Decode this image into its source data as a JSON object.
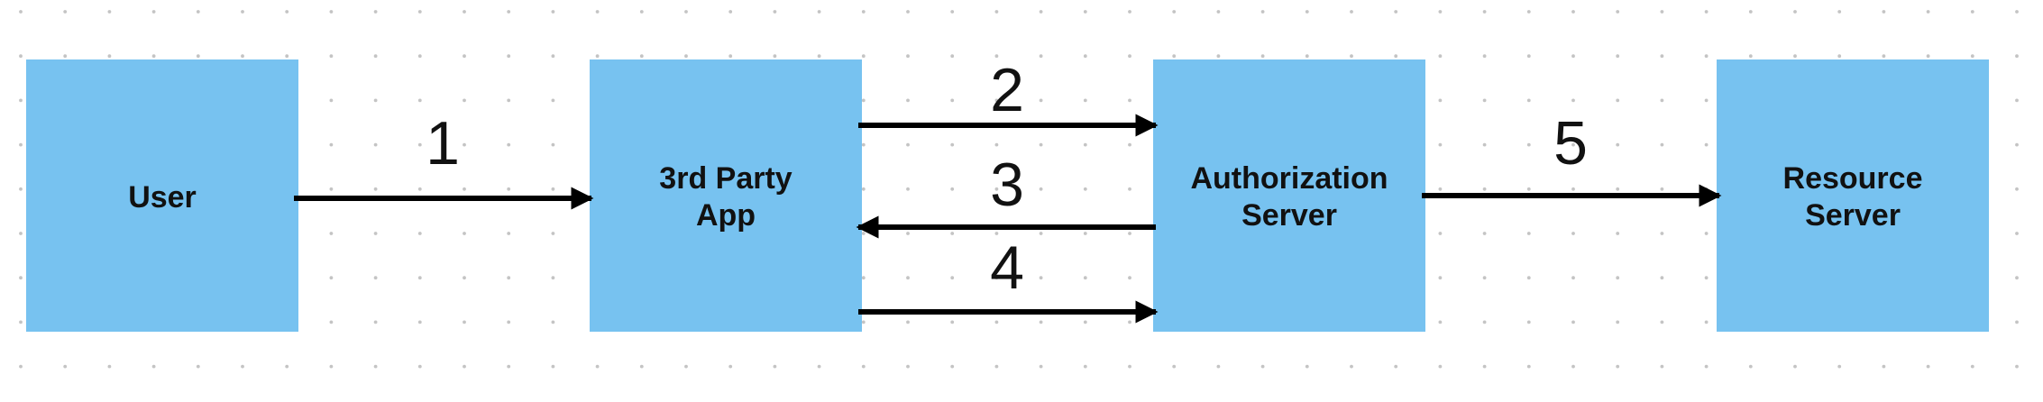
{
  "colors": {
    "box_fill": "#77c2f0",
    "arrow": "#000000",
    "label": "#111111",
    "grid_dot": "#c4c4c4",
    "background": "#ffffff"
  },
  "nodes": {
    "user": {
      "label_lines": [
        "User"
      ]
    },
    "third_party_app": {
      "label_lines": [
        "3rd Party",
        "App"
      ]
    },
    "authorization_server": {
      "label_lines": [
        "Authorization",
        "Server"
      ]
    },
    "resource_server": {
      "label_lines": [
        "Resource",
        "Server"
      ]
    }
  },
  "edges": [
    {
      "label": "1",
      "from": "user",
      "to": "third_party_app"
    },
    {
      "label": "2",
      "from": "third_party_app",
      "to": "authorization_server"
    },
    {
      "label": "3",
      "from": "authorization_server",
      "to": "third_party_app"
    },
    {
      "label": "4",
      "from": "third_party_app",
      "to": "authorization_server"
    },
    {
      "label": "5",
      "from": "authorization_server",
      "to": "resource_server"
    }
  ]
}
